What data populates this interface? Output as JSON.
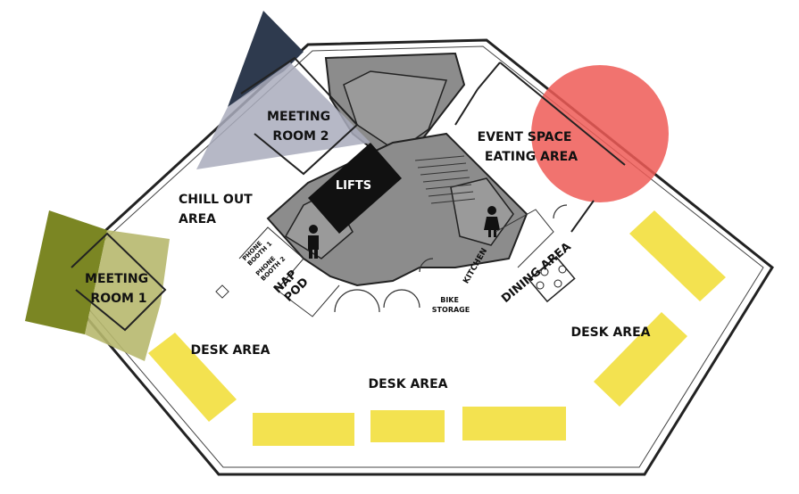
{
  "rooms": {
    "meeting_room_2": [
      "MEETING",
      "ROOM 2"
    ],
    "meeting_room_1": [
      "MEETING",
      "ROOM 1"
    ],
    "event_space": [
      "EVENT SPACE",
      "EATING AREA"
    ],
    "chill_out": [
      "CHILL OUT",
      "AREA"
    ],
    "lifts": "LIFTS",
    "phone_booth_1": [
      "PHONE",
      "BOOTH 1"
    ],
    "phone_booth_2": [
      "PHONE",
      "BOOTH 2"
    ],
    "nap_pod": [
      "NAP",
      "POD"
    ],
    "kitchen": "KITCHEN",
    "bike_storage": [
      "BIKE",
      "STORAGE"
    ],
    "dining_area": "DINING AREA",
    "desk_area_right": "DESK AREA",
    "desk_area_left": "DESK AREA",
    "desk_area_bottom": "DESK AREA"
  },
  "colors": {
    "desk": "#f3e250",
    "meeting_room_2_dark": "#2e3a4e",
    "meeting_room_2_light": "#a9acbc",
    "meeting_room_1_dark": "#7b8623",
    "meeting_room_1_light": "#b7b86e",
    "event_space_circle": "#ef5a56",
    "core": "#8c8c8c",
    "lifts": "#111111"
  }
}
